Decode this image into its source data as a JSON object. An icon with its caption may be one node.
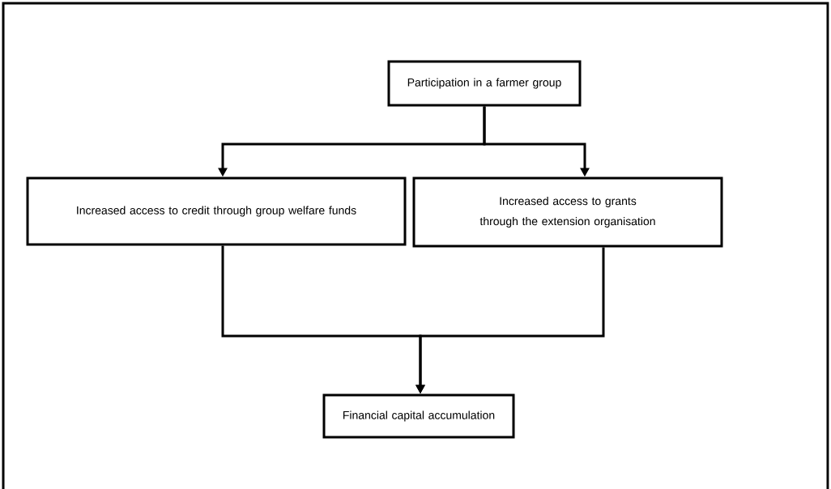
{
  "diagram": {
    "nodes": [
      {
        "text": [
          "Participation in a farmer group"
        ]
      },
      {
        "text": [
          "Increased access to credit through group welfare funds"
        ]
      },
      {
        "text": [
          "Increased access to grants through the extension organisation"
        ]
      },
      {
        "text": [
          "Financial capital accumulation"
        ]
      }
    ],
    "edges": [
      {
        "from": 0,
        "to": 1,
        "arrow": "to"
      },
      {
        "from": 0,
        "to": 2,
        "arrow": "to"
      },
      {
        "from": 1,
        "to": 3,
        "arrow": "to"
      },
      {
        "from": 2,
        "to": 3,
        "arrow": "to"
      }
    ]
  }
}
